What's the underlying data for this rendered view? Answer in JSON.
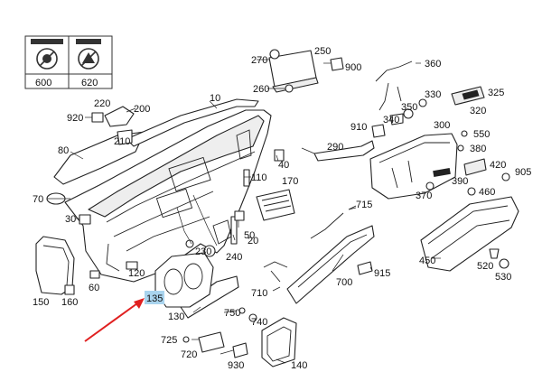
{
  "legend_boxes": [
    {
      "number": "600"
    },
    {
      "number": "620"
    }
  ],
  "highlight": {
    "number": "135",
    "color": "#a9d4ee"
  },
  "arrow": {
    "color": "#e02020"
  },
  "labels": {
    "l10": "10",
    "l20": "20",
    "l30": "30",
    "l40": "40",
    "l50": "50",
    "l60": "60",
    "l70": "70",
    "l80": "80",
    "l110": "110",
    "l120": "120",
    "l130": "130",
    "l140": "140",
    "l150": "150",
    "l160": "160",
    "l170": "170",
    "l200": "200",
    "l210": "210",
    "l220": "220",
    "l230": "230",
    "l240": "240",
    "l250": "250",
    "l260": "260",
    "l270": "270",
    "l290": "290",
    "l300": "300",
    "l320": "320",
    "l325": "325",
    "l330": "330",
    "l340": "340",
    "l350": "350",
    "l360": "360",
    "l370": "370",
    "l380": "380",
    "l390": "390",
    "l420": "420",
    "l450": "450",
    "l460": "460",
    "l520": "520",
    "l530": "530",
    "l550": "550",
    "l700": "700",
    "l710": "710",
    "l715": "715",
    "l720": "720",
    "l725": "725",
    "l740": "740",
    "l750": "750",
    "l900": "900",
    "l905": "905",
    "l910": "910",
    "l915": "915",
    "l920": "920",
    "l930": "930"
  }
}
